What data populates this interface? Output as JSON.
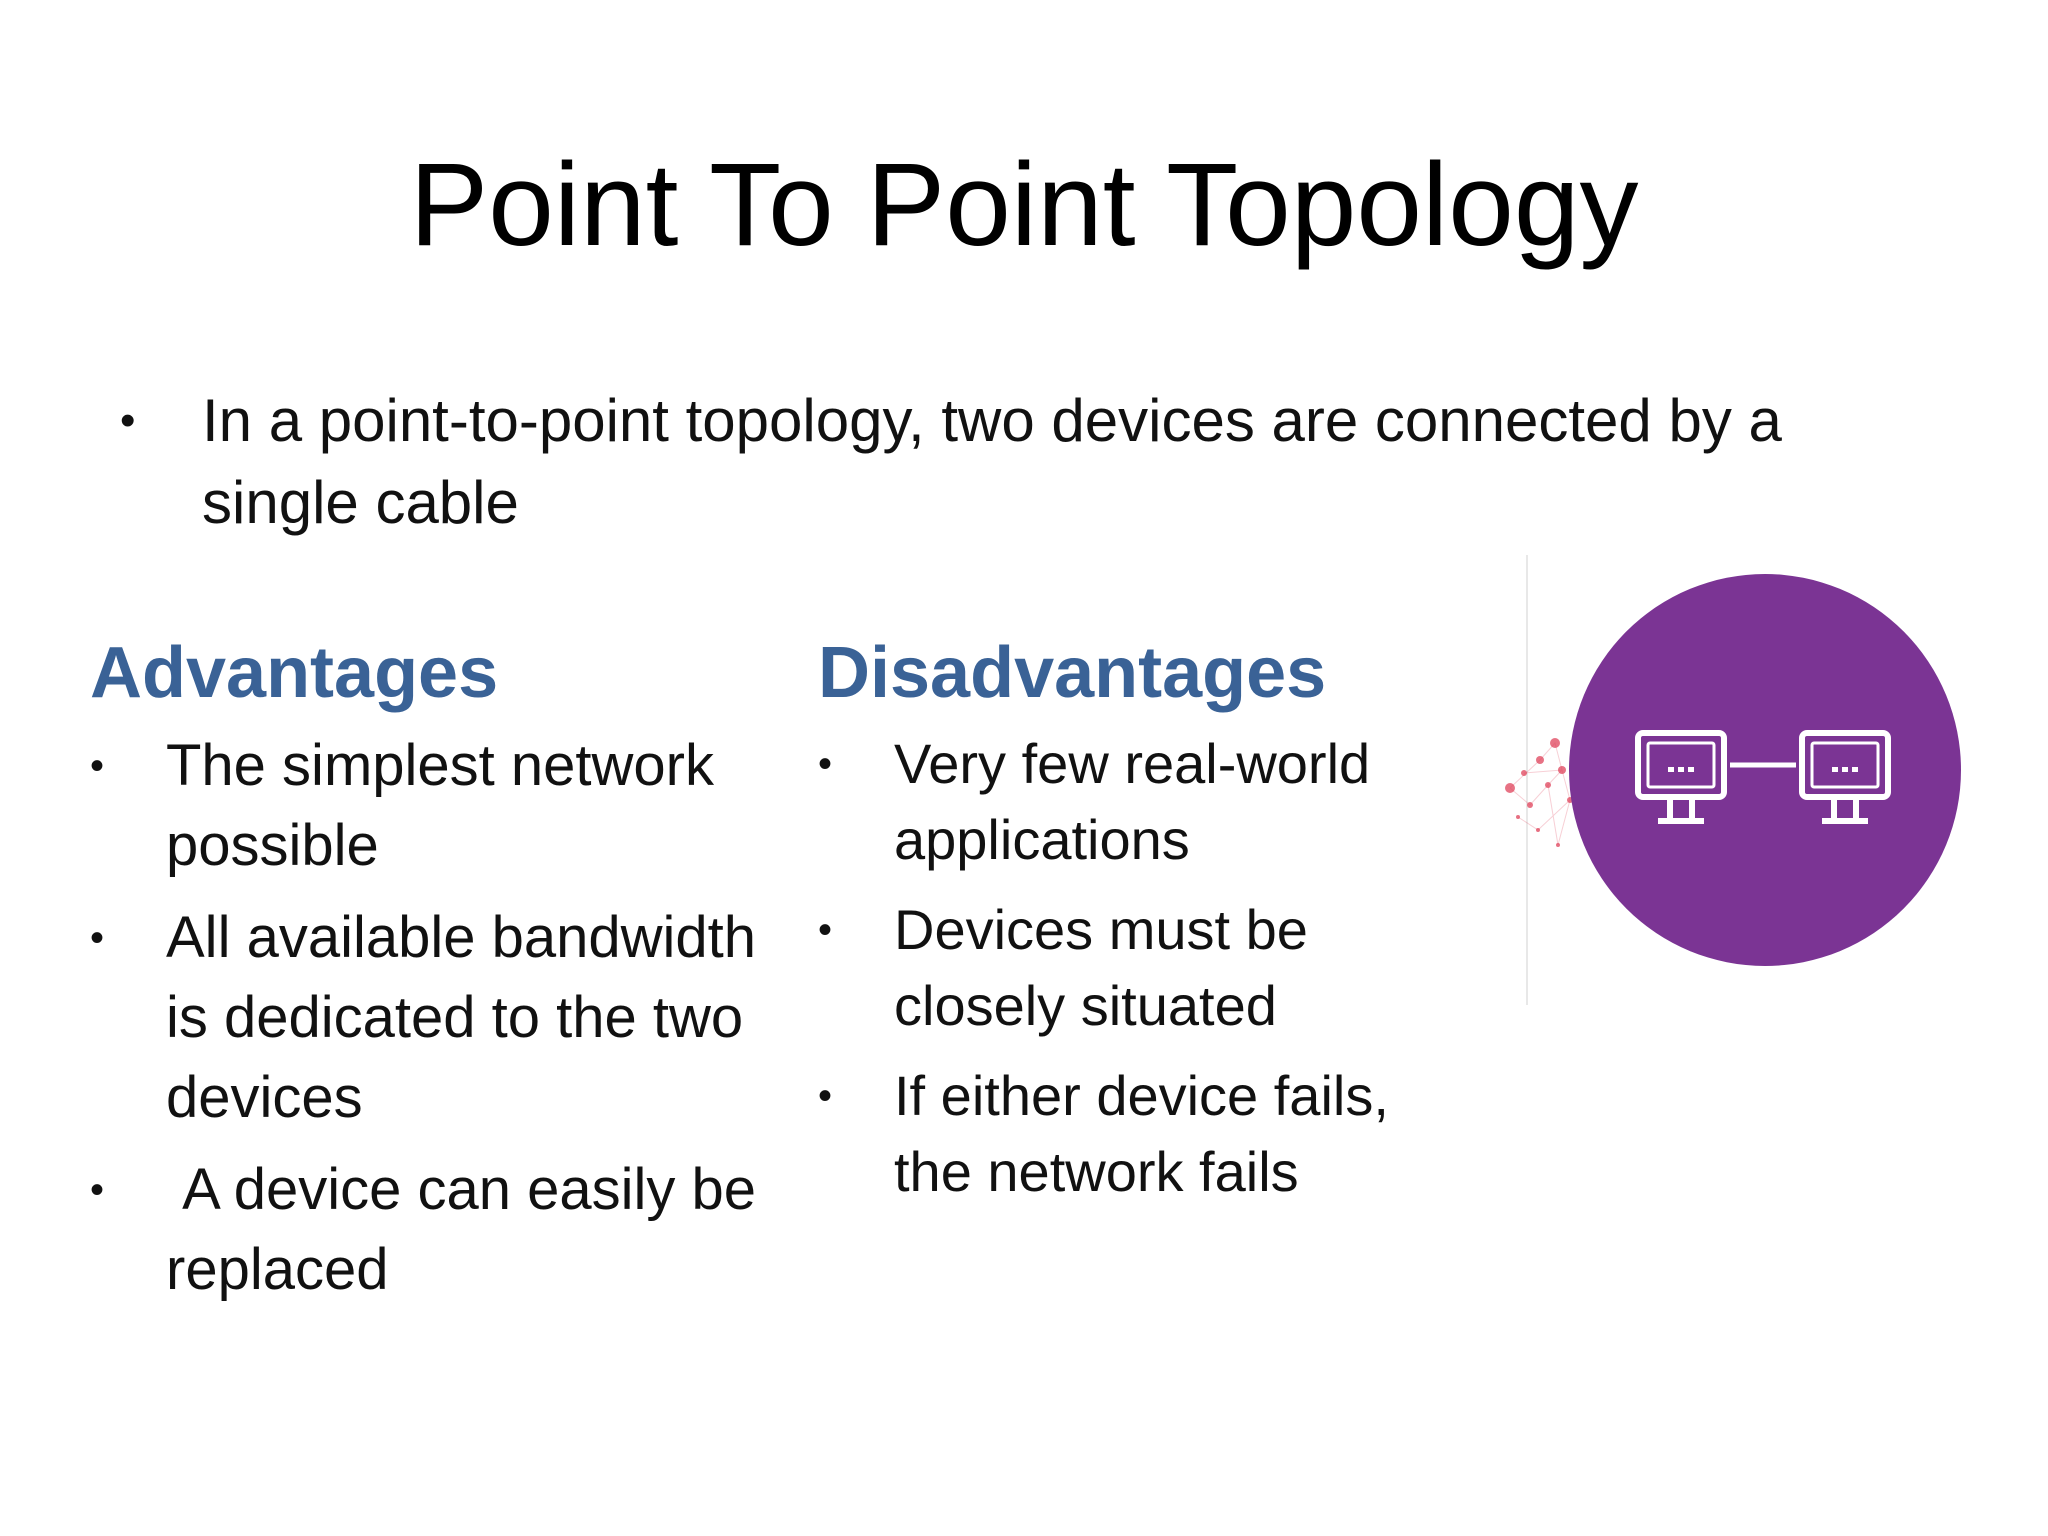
{
  "slide": {
    "title": "Point To Point Topology",
    "intro": "In a point-to-point topology, two devices are connected by a single cable"
  },
  "advantages": {
    "heading": "Advantages",
    "items": [
      "The simplest network possible",
      "All available bandwidth is dedicated to the two devices",
      " A device can easily be replaced"
    ]
  },
  "disadvantages": {
    "heading": "Disadvantages",
    "items": [
      "Very few real-world applications",
      "Devices must be closely situated",
      "If either device fails, the network fails"
    ]
  },
  "illustration": {
    "icon": "two-connected-computers-icon",
    "circle_color": "#7b3494",
    "accent_color": "#e0445c"
  },
  "colors": {
    "heading": "#3a6296",
    "text": "#111111"
  }
}
